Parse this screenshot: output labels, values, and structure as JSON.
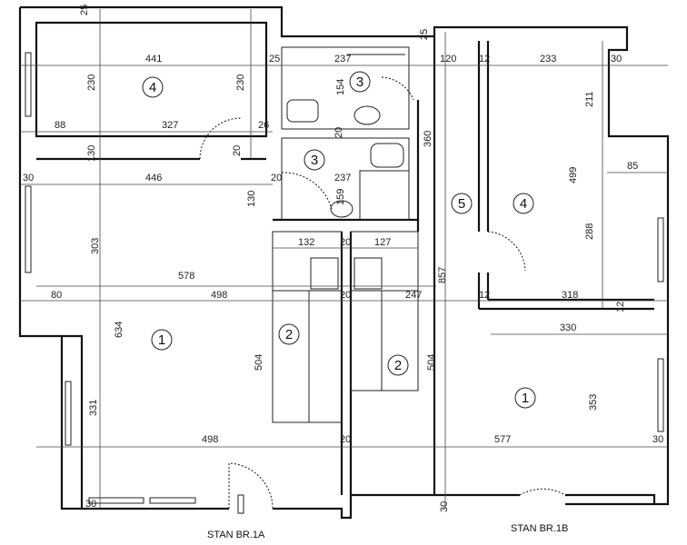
{
  "labels": {
    "unit_a": "STAN BR.1A",
    "unit_b": "STAN BR.1B"
  },
  "room_numbers": {
    "bedroom_a": "4",
    "bathroom_a_top": "3",
    "bathroom_a_mid": "3",
    "living_a": "1",
    "kitchen_a": "2",
    "kitchen_b": "2",
    "hall_b": "5",
    "bedroom_b": "4",
    "living_b": "1"
  },
  "dims": {
    "d_25_top": "25",
    "d_441": "441",
    "d_230_l": "230",
    "d_230_r": "230",
    "d_25_b": "25",
    "d_237_top": "237",
    "d_154": "154",
    "d_25_c": "25",
    "d_120": "120",
    "d_12_a": "12",
    "d_233": "233",
    "d_30_r": "30",
    "d_88": "88",
    "d_327": "327",
    "d_26": "26",
    "d_130_a": "130",
    "d_20_a": "20",
    "d_20_b": "20",
    "d_360": "360",
    "d_211": "211",
    "d_30_l": "30",
    "d_446": "446",
    "d_20_c": "20",
    "d_237_b": "237",
    "d_499": "499",
    "d_85": "85",
    "d_130_b": "130",
    "d_159": "159",
    "d_132": "132",
    "d_20_d": "20",
    "d_127": "127",
    "d_303": "303",
    "d_288": "288",
    "d_578": "578",
    "d_857": "857",
    "d_80": "80",
    "d_498_a": "498",
    "d_20_e": "20",
    "d_247": "247",
    "d_12_b": "12",
    "d_318": "318",
    "d_12_c": "12",
    "d_330": "330",
    "d_634": "634",
    "d_504_a": "504",
    "d_504_b": "504",
    "d_353": "353",
    "d_331": "331",
    "d_498_b": "498",
    "d_20_f": "20",
    "d_577": "577",
    "d_30_c": "30",
    "d_30_d": "30",
    "d_30_e": "30"
  }
}
